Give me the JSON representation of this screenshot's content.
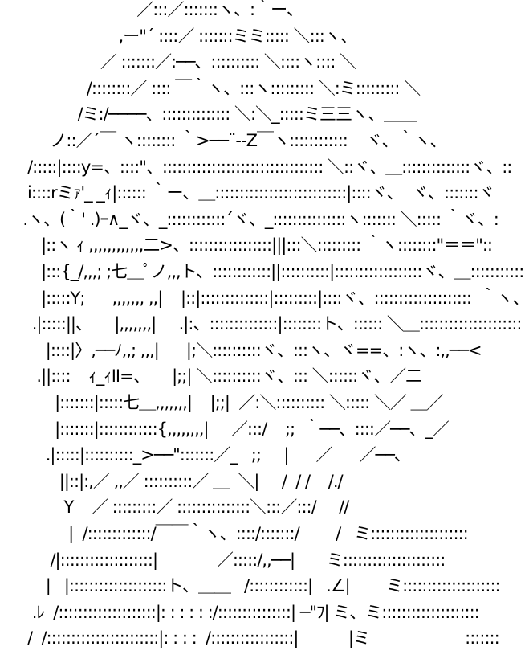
{
  "title": "ASCII art figure",
  "lines": [
    "                              ／:::／:::::::ヽ、:｀ー、",
    "                          ,ー\"´ ::::／ :::::::ミミ::::: ＼:::ヽ、",
    "                      ／ :::::::／:──、:::::::::: ＼::::ヽ:::: ＼",
    "                   /::::::::／ :::: ￣｀ヽ、:::ヽ::::::::: ＼:ミ::::::::: ＼",
    "                 /ミ:/────、:::::::::::::: ＼:＼_:::::ミ三三ヽ、＿＿",
    "           ノ::／´￣ ヽ:::::::: ｀>──¨--Z￣ヽ::::::::::::    ヾ、｀ヽ、",
    "      /:::::|::::y=、::::\"、::::::::::::::::::::::::::::::::: ＼::ヾ、＿::::::::::::::ヾ、::",
    "      i::::rミｧ'_ _ｨ|:::::: ｀ー、＿:::::::::::::::::::::::::::|::::ヾ、  ヾ、:::::::ヾ",
    "     .ヽ、(｀' .)ｰ∧_ヾ、_::::::::::::´ヾ、_:::::::::::::::ヽ::::::: ＼::::: ｀ヾ、:",
    "         |::ヽ ｨ ,,,,,,,,,,,,二>、:::::::::::::::::|||:::＼::::::::: ｀ヽ::::::::\"＝＝\"::",
    "         |:::{_/,,,; ;七＿ﾟノ,,,ト、::::::::::::||::::::::::|::::::::::::::::::ヾ、＿:::::::::::",
    "         |:::::Y;      ,,,,,,, ,,|    |::|::::::::::::::|:::::::::|::::ヾ、::::::::::::::::::::  ｀ヽ、:",
    "       .|:::::||、     |,,,,,,,|     .|:、::::::::::::::|::::::::ト、:::::: ＼＿:::::::::::::::::::::",
    "          |::::|〉,──ﾉ,,; ,,,|      |;＼::::::::::ヾ、:::ヽ、ヾ==、:ヽ、:,,──<",
    "        .||::::    ｨ_ｨII=、     |;;| ＼::::::::::ヾ、::: ＼::::::ヾ、／二",
    "            |:::::::|:::::七＿,,,,,,,|    |;;|  ／:＼:::::::::: ＼::::: ＼／ ＿／",
    "            |:::::::|::::::::::::{,,,,,,,,|     ／:::/    ;;  ｀──、::::／──、_／",
    "          .|:::::|::::::::::_>──\":::::::／_   ;;     |      ／      ／──、",
    "             ||::|:,／ ,,／ ::::::::::／ ＿  ＼|     /  / /    /./",
    "              Y    ／ :::::::::／ :::::::::::::::＼:::／:::/     //",
    "               |  /:::::::::::::/￣￣｀ヽ、::::/:::::::/        /   ミ::::::::::::::::::::",
    "           /|:::::::::::::::::::|             ／:::::/,,──|       ミ:::::::::::::::::::::",
    "          |   |::::::::::::::::::::ト、＿＿   /::::::::::::|   .∠|        ミ::::::::::::::::::::",
    "       .ﾚ  /::::::::::::::::::::|: : : : : :/:::::::::::::::| ─\"ﾌ| ミ、ミ::::::::::::::::::::",
    "      /  /:::::::::::::::::::::::|: : : :  /:::::::::::::::::|           |ミ                     :::::::"
  ]
}
